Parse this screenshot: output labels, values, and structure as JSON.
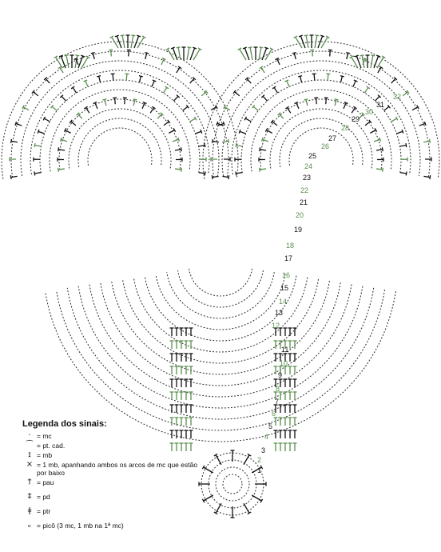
{
  "legend": {
    "title": "Legenda dos sinais:",
    "items": [
      {
        "icon": "dot-symbol",
        "glyph": "·",
        "text": "= mc"
      },
      {
        "icon": "chain-oval-symbol",
        "glyph": "⁀",
        "text": "= pt. cad."
      },
      {
        "icon": "single-crochet-symbol",
        "glyph": "ɪ",
        "text": "= mb"
      },
      {
        "icon": "cross-symbol",
        "glyph": "×",
        "text": "= 1 mb, apanhando ambos os arcos de mc que estão por baixo"
      },
      {
        "icon": "double-crochet-symbol",
        "glyph": "†",
        "text": "= pau"
      },
      {
        "icon": "treble-crochet-symbol",
        "glyph": "‡",
        "text": "= pd"
      },
      {
        "icon": "triple-treble-symbol",
        "glyph": "ǂ",
        "text": "= ptr"
      },
      {
        "icon": "picot-symbol",
        "glyph": "ₒ",
        "text": "= picô (3 mc, 1 mb na 1ª mc)"
      }
    ]
  },
  "round_numbers": [
    "1",
    "2",
    "3",
    "4",
    "5",
    "6",
    "7",
    "8",
    "9",
    "10",
    "11",
    "12",
    "13",
    "14",
    "15",
    "16",
    "17",
    "18",
    "19",
    "20",
    "21",
    "22",
    "23",
    "24",
    "25",
    "26",
    "27",
    "28",
    "29",
    "30",
    "31",
    "32"
  ],
  "colors": {
    "black": "#111111",
    "green": "#5a8f4e",
    "dots": "#333333"
  }
}
